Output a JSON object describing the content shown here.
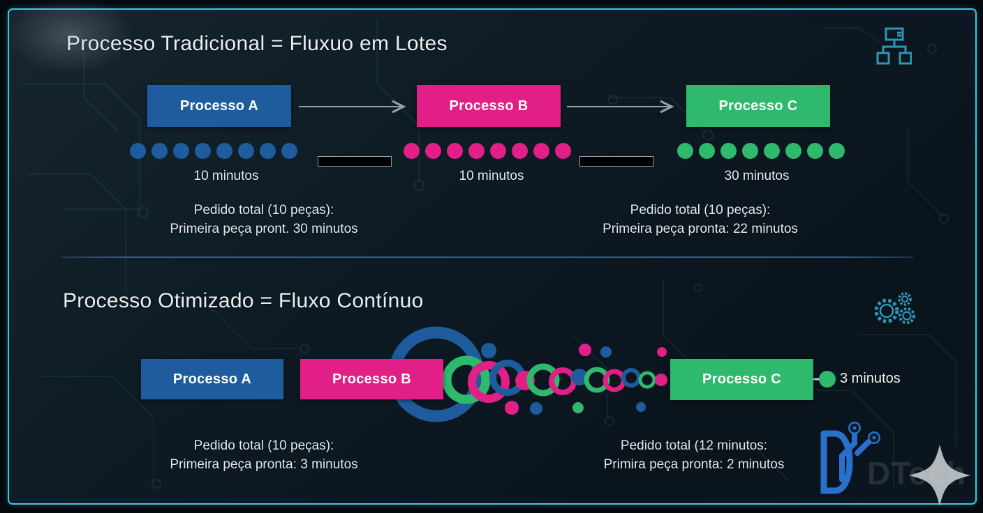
{
  "colors": {
    "blue": "#1e5c9e",
    "pink": "#e21f86",
    "green": "#2eb96d",
    "teal": "#3cc8de",
    "icon_teal": "#2e96b8",
    "arrow_gray": "#96a0a8",
    "logo_blue": "#2a6fce",
    "star_gray": "#c9ced2"
  },
  "section1": {
    "title": "Processo Tradicional = Fluxuo em Lotes",
    "box_a": "Processo A",
    "box_b": "Processo B",
    "box_c": "Processo C",
    "dots_a": {
      "count": 8,
      "color": "blue"
    },
    "dots_b": {
      "count": 8,
      "color": "pink"
    },
    "dots_c": {
      "count": 8,
      "color": "green"
    },
    "time_a": "10 minutos",
    "time_b": "10 minutos",
    "time_c": "30 minutos",
    "summary_left_1": "Pedido total (10 peças):",
    "summary_left_2": "Primeira peça pront. 30 minutos",
    "summary_right_1": "Pedido total (10 peças):",
    "summary_right_2": "Primeira peça pronta: 22 minutos"
  },
  "section2": {
    "title": "Processo Otimizado = Fluxo Contínuo",
    "box_a": "Processo A",
    "box_b": "Processo B",
    "box_c": "Processo C",
    "outcome_time": "3 minutos",
    "summary_left_1": "Pedido total (10 peças):",
    "summary_left_2": "Primeira peça pronta: 3 minutos",
    "summary_right_1": "Pedido total (12 minutos:",
    "summary_right_2": "Primira peça pronta: 2 minutos"
  },
  "icons": {
    "top_right": "flowchart-icon",
    "section2_right": "gears-icon",
    "logo_star": "sparkle-icon"
  },
  "logo": {
    "word": "DTech"
  }
}
